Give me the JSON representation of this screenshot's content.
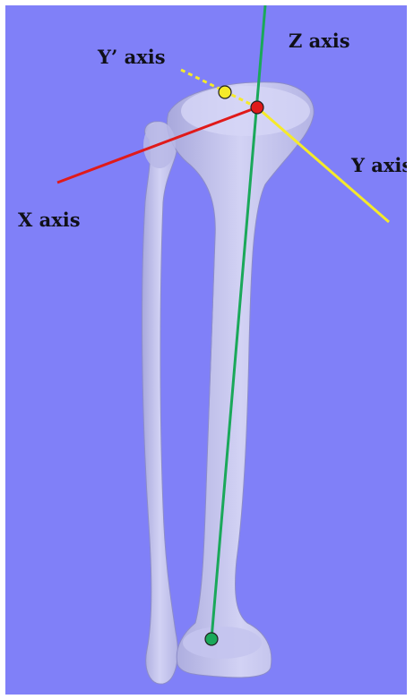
{
  "labels": {
    "z_axis": "Z axis",
    "y_prime_axis": "Y’ axis",
    "y_axis": "Y axis",
    "x_axis": "X axis"
  },
  "colors": {
    "background": "#8080f8",
    "bone": "#c8c8ee",
    "x_axis": "#e01a1a",
    "y_axis": "#f5ea2a",
    "z_axis": "#1aa85a"
  }
}
